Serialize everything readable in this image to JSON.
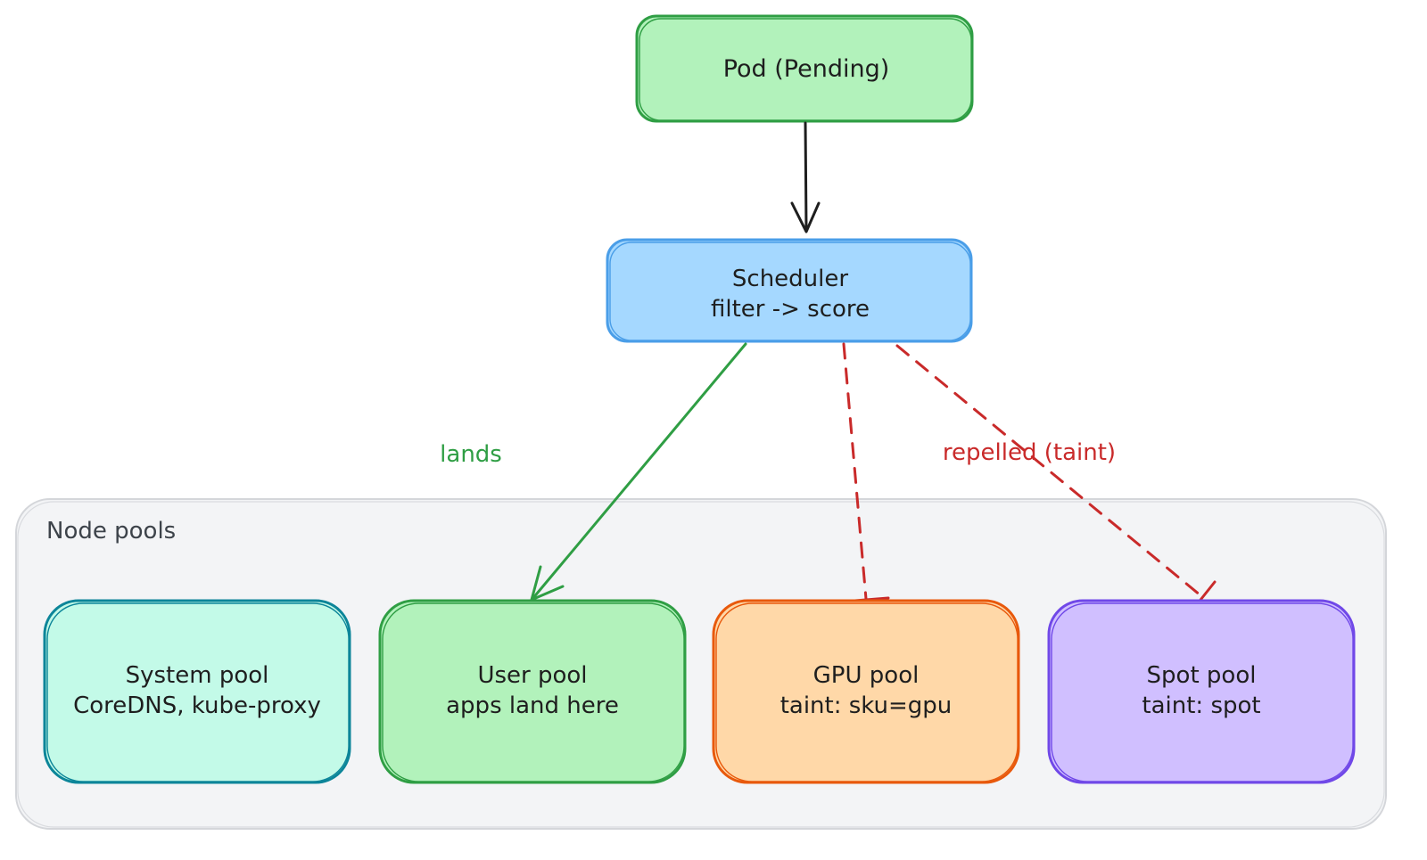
{
  "diagram": {
    "pod": {
      "line1": "Pod (Pending)"
    },
    "scheduler": {
      "line1": "Scheduler",
      "line2": "filter -> score"
    },
    "group": {
      "title": "Node pools"
    },
    "pools": [
      {
        "id": "system",
        "line1": "System pool",
        "line2": "CoreDNS, kube-proxy",
        "fill": "#c3fae8",
        "stroke": "#0c8599"
      },
      {
        "id": "user",
        "line1": "User pool",
        "line2": "apps land here",
        "fill": "#b2f2bb",
        "stroke": "#2f9e44"
      },
      {
        "id": "gpu",
        "line1": "GPU pool",
        "line2": "taint: sku=gpu",
        "fill": "#ffd8a8",
        "stroke": "#e8590c"
      },
      {
        "id": "spot",
        "line1": "Spot pool",
        "line2": "taint: spot",
        "fill": "#d0bfff",
        "stroke": "#7048e8"
      }
    ],
    "edges": {
      "lands": "lands",
      "repelled": "repelled (taint)"
    },
    "colors": {
      "pod_fill": "#b2f2bb",
      "pod_stroke": "#2f9e44",
      "scheduler_fill": "#a5d8ff",
      "scheduler_stroke": "#4a9ee8",
      "group_fill": "#f3f4f6",
      "group_stroke": "#d4d6da",
      "lands": "#2f9e44",
      "repelled": "#c92a2a",
      "arrow": "#1e1e1e"
    }
  }
}
